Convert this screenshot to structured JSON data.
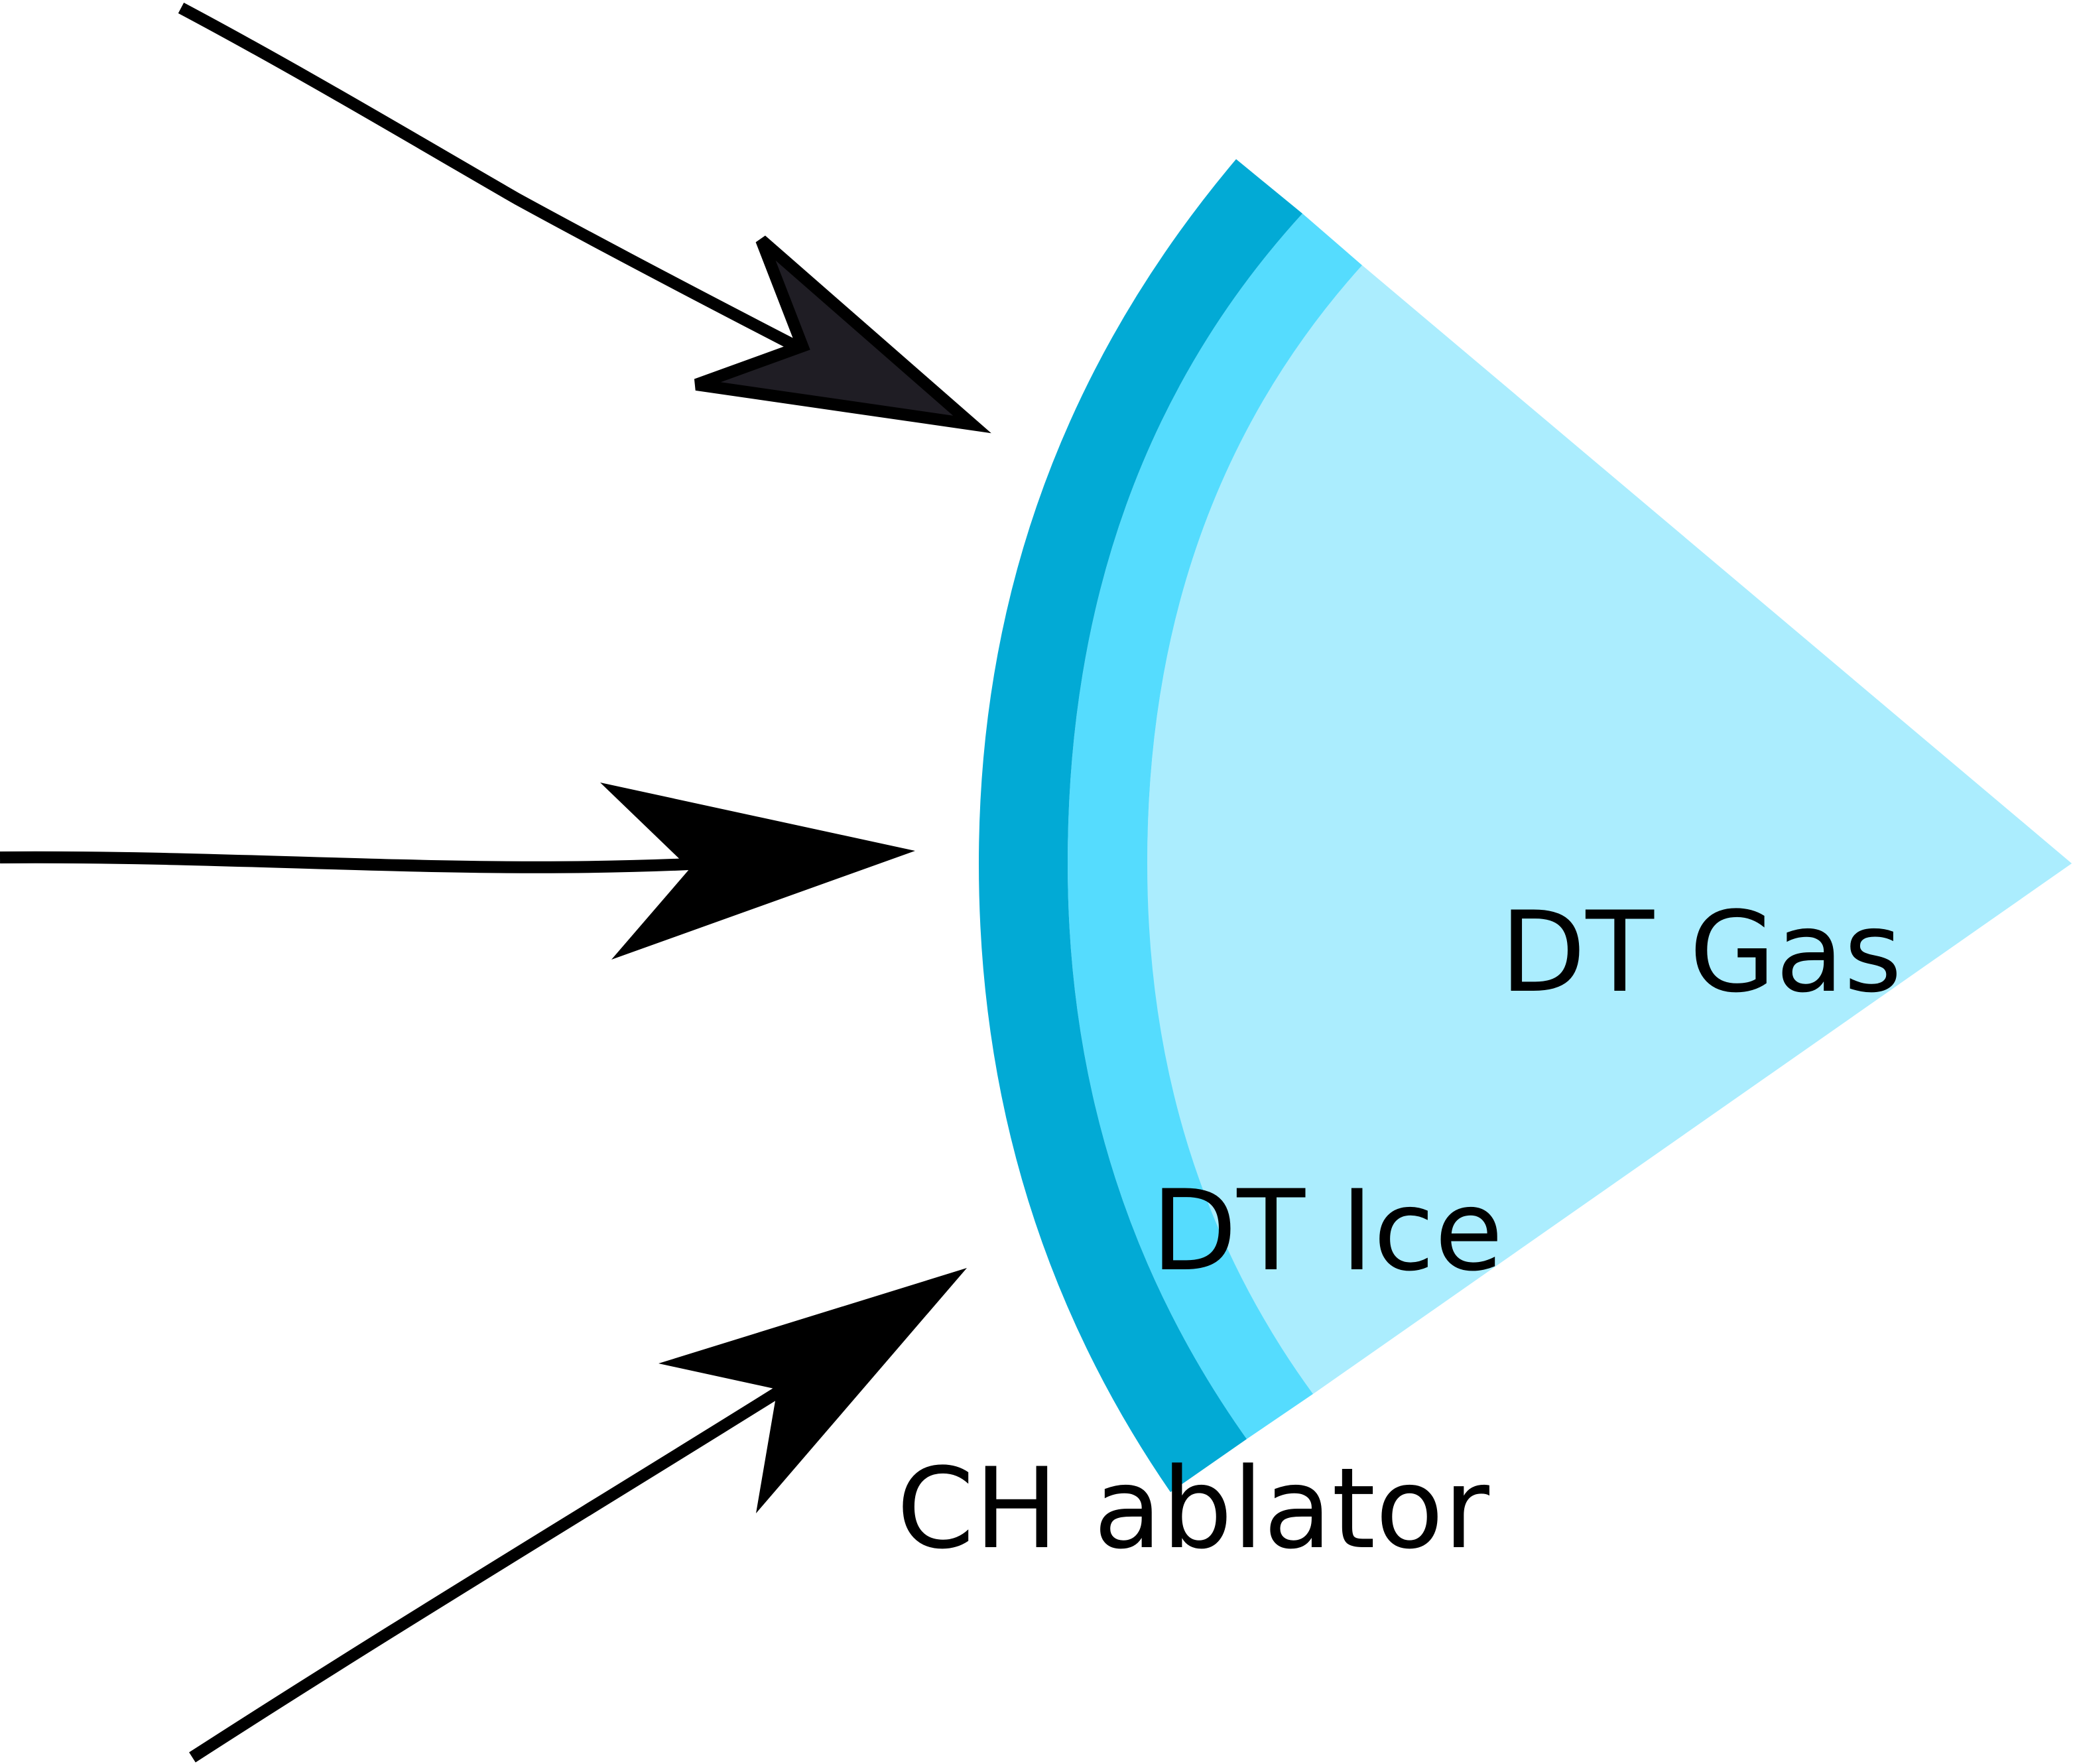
{
  "labels": {
    "gas": "DT Gas",
    "ice": "DT Ice",
    "ablator": "CH ablator"
  },
  "colors": {
    "ablator": "#02aad5",
    "ice": "#55dcfe",
    "gas": "#abedfe",
    "arrow": "#000000",
    "arrow_head_top": "#1f1d24"
  }
}
